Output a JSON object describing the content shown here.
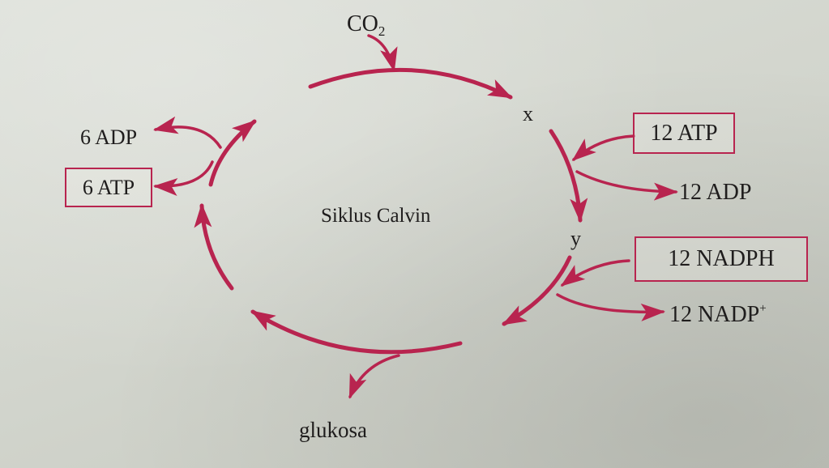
{
  "diagram": {
    "title": "Siklus Calvin",
    "input": {
      "molecule": "CO",
      "subscript": "2"
    },
    "intermediates": {
      "x": "x",
      "y": "y"
    },
    "right_inputs": [
      "12 ATP",
      "12 NADPH"
    ],
    "right_outputs": {
      "adp": "12 ADP",
      "nadp": "12 NADP",
      "nadp_superscript": "+"
    },
    "left_input": "6 ATP",
    "left_output": "6 ADP",
    "product": "glukosa",
    "colors": {
      "arrow": "#b8244f",
      "text": "#1f1d1d",
      "paper": "#d6d9d2"
    }
  }
}
